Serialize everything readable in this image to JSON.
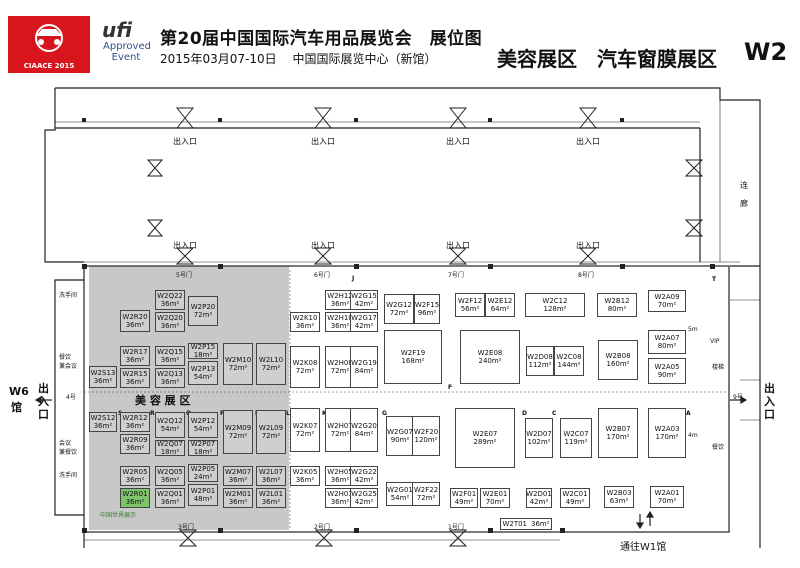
{
  "header": {
    "logo_text": "CIAACE 2015",
    "ufi_logo": "ufi",
    "ufi_sub": "Approved Event",
    "title": "第20届中国国际汽车用品展览会　展位图",
    "subtitle": "2015年03月07-10日　 中国国际展览中心（新馆）",
    "zone_title": "美容展区　汽车窗膜展区",
    "hall": "W2"
  },
  "labels": {
    "entrance": "出入口",
    "zone_name": "美 容 展 区",
    "corridor_1": "连",
    "corridor_2": "廊",
    "w6_1": "W6",
    "w6_2": "馆",
    "exit_1": "出",
    "exit_2": "入",
    "exit_3": "口",
    "door4": "4号",
    "door9": "9号",
    "to_w1": "通往W1馆",
    "vip": "VIP",
    "restroom": "洗手间",
    "dining_meeting": "餐饮\n兼会议",
    "meeting_dining": "会议\n兼餐饮",
    "dining": "餐饮",
    "elevator": "楼梯",
    "gate5": "5号门",
    "gate6": "6号门",
    "gate7": "7号门",
    "gate8": "8号门",
    "gate1": "1号门",
    "gate2": "2号门",
    "gate3": "3号门",
    "dim5m": "5m",
    "dim4m": "4m",
    "cols_top": [
      "S",
      "R",
      "Q",
      "P",
      "N",
      "M",
      "L",
      "K",
      "J",
      "H",
      "G",
      "F",
      "E",
      "D",
      "C",
      "B",
      "A",
      "T"
    ],
    "watermark": "中国世界展示"
  },
  "booths": [
    {
      "id": "W2Q22",
      "area": "36m²"
    },
    {
      "id": "W2Q20",
      "area": "36m²"
    },
    {
      "id": "W2P20",
      "area": "72m²"
    },
    {
      "id": "W2R20",
      "area": "36m²"
    },
    {
      "id": "W2R17",
      "area": "36m²"
    },
    {
      "id": "W2R15",
      "area": "36m²"
    },
    {
      "id": "W2Q15",
      "area": "36m²"
    },
    {
      "id": "W2Q13",
      "area": "36m²"
    },
    {
      "id": "W2P15",
      "area": "18m²"
    },
    {
      "id": "W2P13",
      "area": "54m²"
    },
    {
      "id": "W2M10",
      "area": "72m²"
    },
    {
      "id": "W2L10",
      "area": "72m²"
    },
    {
      "id": "W2S13",
      "area": "36m²"
    },
    {
      "id": "W2S12",
      "area": "36m²"
    },
    {
      "id": "W2R12",
      "area": "36m²"
    },
    {
      "id": "W2R09",
      "area": "36m²"
    },
    {
      "id": "W2Q12",
      "area": "54m²"
    },
    {
      "id": "W2Q07",
      "area": "18m²"
    },
    {
      "id": "W2P12",
      "area": "54m²"
    },
    {
      "id": "W2P07",
      "area": "18m²"
    },
    {
      "id": "W2M09",
      "area": "72m²"
    },
    {
      "id": "W2L09",
      "area": "72m²"
    },
    {
      "id": "W2R05",
      "area": "36m²"
    },
    {
      "id": "W2R01",
      "area": "36m²"
    },
    {
      "id": "W2Q05",
      "area": "36m²"
    },
    {
      "id": "W2Q01",
      "area": "36m²"
    },
    {
      "id": "W2P05",
      "area": "24m²"
    },
    {
      "id": "W2P01",
      "area": "48m²"
    },
    {
      "id": "W2M07",
      "area": "36m²"
    },
    {
      "id": "W2M01",
      "area": "36m²"
    },
    {
      "id": "W2L07",
      "area": "36m²"
    },
    {
      "id": "W2L01",
      "area": "36m²"
    },
    {
      "id": "W2K10",
      "area": "36m²"
    },
    {
      "id": "W2H12",
      "area": "36m²"
    },
    {
      "id": "W2H10",
      "area": "36m²"
    },
    {
      "id": "W2G15",
      "area": "42m²"
    },
    {
      "id": "W2G17",
      "area": "42m²"
    },
    {
      "id": "W2G12",
      "area": "72m²"
    },
    {
      "id": "W2F15",
      "area": "96m²"
    },
    {
      "id": "W2F12",
      "area": "56m²"
    },
    {
      "id": "W2E12",
      "area": "64m²"
    },
    {
      "id": "W2C12",
      "area": "128m²"
    },
    {
      "id": "W2B12",
      "area": "80m²"
    },
    {
      "id": "W2A09",
      "area": "70m²"
    },
    {
      "id": "W2K08",
      "area": "72m²"
    },
    {
      "id": "W2H08",
      "area": "72m²"
    },
    {
      "id": "W2G19",
      "area": "84m²"
    },
    {
      "id": "W2F19",
      "area": "168m²"
    },
    {
      "id": "W2E08",
      "area": "240m²"
    },
    {
      "id": "W2D08",
      "area": "112m²"
    },
    {
      "id": "W2C08",
      "area": "144m²"
    },
    {
      "id": "W2B08",
      "area": "160m²"
    },
    {
      "id": "W2A07",
      "area": "80m²"
    },
    {
      "id": "W2A05",
      "area": "90m²"
    },
    {
      "id": "W2K07",
      "area": "72m²"
    },
    {
      "id": "W2H07",
      "area": "72m²"
    },
    {
      "id": "W2G20",
      "area": "84m²"
    },
    {
      "id": "W2G07",
      "area": "90m²"
    },
    {
      "id": "W2F20",
      "area": "120m²"
    },
    {
      "id": "W2E07",
      "area": "289m²"
    },
    {
      "id": "W2D07",
      "area": "102m²"
    },
    {
      "id": "W2C07",
      "area": "119m²"
    },
    {
      "id": "W2B07",
      "area": "170m²"
    },
    {
      "id": "W2A03",
      "area": "170m²"
    },
    {
      "id": "W2K05",
      "area": "36m²"
    },
    {
      "id": "W2H05",
      "area": "36m²"
    },
    {
      "id": "W2G22",
      "area": "42m²"
    },
    {
      "id": "W2H01",
      "area": "36m²"
    },
    {
      "id": "W2G25",
      "area": "42m²"
    },
    {
      "id": "W2G01",
      "area": "54m²"
    },
    {
      "id": "W2F22",
      "area": "72m²"
    },
    {
      "id": "W2F01",
      "area": "49m²"
    },
    {
      "id": "W2E01",
      "area": "70m²"
    },
    {
      "id": "W2D01",
      "area": "42m²"
    },
    {
      "id": "W2C01",
      "area": "49m²"
    },
    {
      "id": "W2B03",
      "area": "63m²"
    },
    {
      "id": "W2A01",
      "area": "70m²"
    },
    {
      "id": "W2T01",
      "area": "36m²"
    }
  ]
}
